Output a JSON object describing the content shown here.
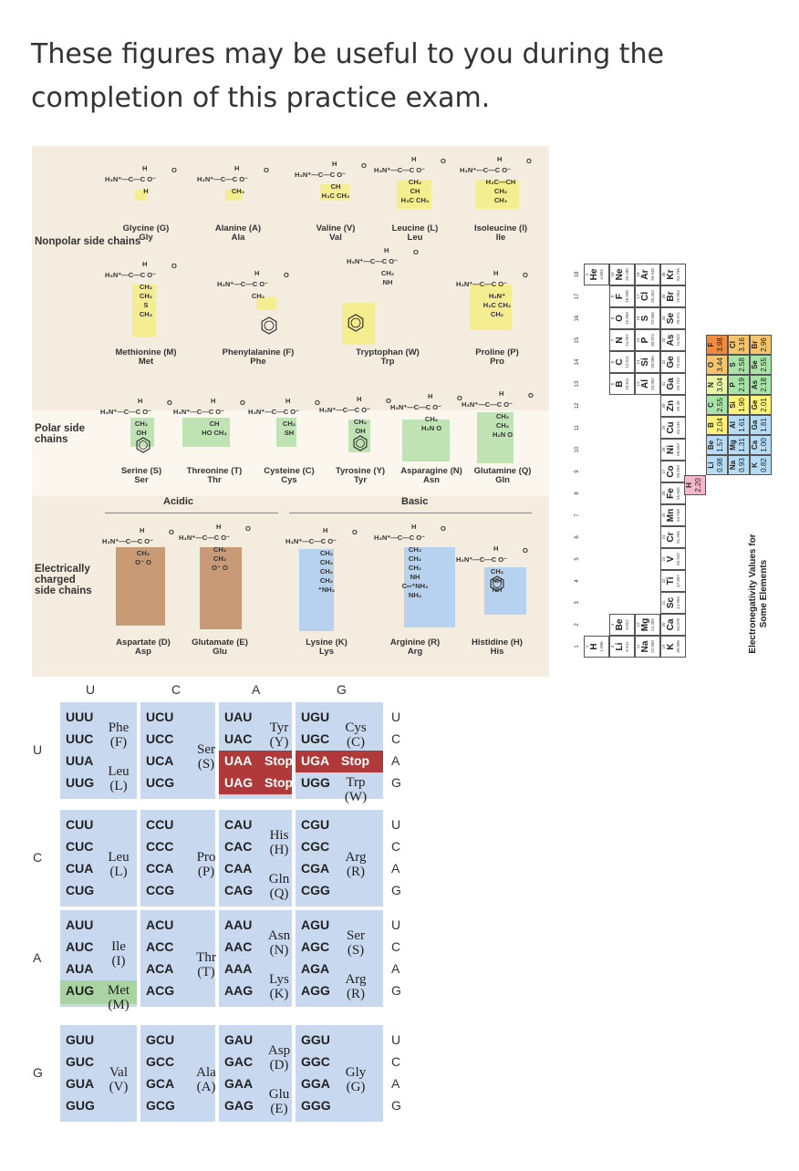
{
  "heading": "These figures may be useful to you during the completion of this practice exam.",
  "amino_acids": {
    "groups": {
      "nonpolar": "Nonpolar side chains",
      "polar": "Polar side chains",
      "charged": "Electrically charged side chains",
      "acidic": "Acidic",
      "basic": "Basic"
    },
    "backbone": {
      "amine": "H₃N⁺",
      "h": "H",
      "c": "C",
      "o": "O",
      "ominus": "O⁻"
    },
    "items": [
      {
        "name": "Glycine (G)",
        "abbr": "Gly",
        "chain": "H"
      },
      {
        "name": "Alanine (A)",
        "abbr": "Ala",
        "chain": "CH₃"
      },
      {
        "name": "Valine (V)",
        "abbr": "Val",
        "chain": "CH\nH₃C  CH₃"
      },
      {
        "name": "Leucine (L)",
        "abbr": "Leu",
        "chain": "CH₂\nCH\nH₃C  CH₃"
      },
      {
        "name": "Isoleucine (I)",
        "abbr": "Ile",
        "chain": "H₃C—CH\nCH₂\nCH₃"
      },
      {
        "name": "Methionine (M)",
        "abbr": "Met",
        "chain": "CH₂\nCH₂\nS\nCH₃"
      },
      {
        "name": "Phenylalanine (F)",
        "abbr": "Phe",
        "chain": "CH₂"
      },
      {
        "name": "Tryptophan (W)",
        "abbr": "Trp",
        "chain": "CH₂\nNH"
      },
      {
        "name": "Proline (P)",
        "abbr": "Pro",
        "chain": "H₂N⁺\nH₂C  CH₂\nCH₂"
      },
      {
        "name": "Serine (S)",
        "abbr": "Ser",
        "chain": "CH₂\nOH"
      },
      {
        "name": "Threonine (T)",
        "abbr": "Thr",
        "chain": "CH\nHO  CH₃"
      },
      {
        "name": "Cysteine (C)",
        "abbr": "Cys",
        "chain": "CH₂\nSH"
      },
      {
        "name": "Tyrosine (Y)",
        "abbr": "Tyr",
        "chain": "CH₂\nOH"
      },
      {
        "name": "Asparagine (N)",
        "abbr": "Asn",
        "chain": "CH₂\nH₂N  O"
      },
      {
        "name": "Glutamine (Q)",
        "abbr": "Gln",
        "chain": "CH₂\nCH₂\nH₂N  O"
      },
      {
        "name": "Aspartate (D)",
        "abbr": "Asp",
        "chain": "CH₂\nO⁻  O"
      },
      {
        "name": "Glutamate (E)",
        "abbr": "Glu",
        "chain": "CH₂\nCH₂\nO⁻  O"
      },
      {
        "name": "Lysine (K)",
        "abbr": "Lys",
        "chain": "CH₂\nCH₂\nCH₂\nCH₂\n⁺NH₃"
      },
      {
        "name": "Arginine (R)",
        "abbr": "Arg",
        "chain": "CH₂\nCH₂\nCH₂\nNH\nC═⁺NH₂\nNH₂"
      },
      {
        "name": "Histidine (H)",
        "abbr": "His",
        "chain": "CH₂\nNH\nNH"
      }
    ]
  },
  "periodic_table": {
    "group_numbers": [
      "1",
      "2",
      "13",
      "14",
      "15",
      "16",
      "17",
      "18",
      "3",
      "4",
      "5",
      "6",
      "7",
      "8",
      "9",
      "10",
      "11",
      "12"
    ],
    "elements": [
      {
        "sym": "H",
        "mass": "1.008",
        "num": "1"
      },
      {
        "sym": "He",
        "mass": "4.003",
        "num": "2"
      },
      {
        "sym": "Li",
        "mass": "6.941",
        "num": "3"
      },
      {
        "sym": "Be",
        "mass": "9.012",
        "num": "4"
      },
      {
        "sym": "B",
        "mass": "10.811",
        "num": "5"
      },
      {
        "sym": "C",
        "mass": "12.011",
        "num": "6"
      },
      {
        "sym": "N",
        "mass": "14.007",
        "num": "7"
      },
      {
        "sym": "O",
        "mass": "15.999",
        "num": "8"
      },
      {
        "sym": "F",
        "mass": "18.998",
        "num": "9"
      },
      {
        "sym": "Ne",
        "mass": "20.180",
        "num": "10"
      },
      {
        "sym": "Na",
        "mass": "22.990",
        "num": "11"
      },
      {
        "sym": "Mg",
        "mass": "24.305",
        "num": "12"
      },
      {
        "sym": "Al",
        "mass": "26.982",
        "num": "13"
      },
      {
        "sym": "Si",
        "mass": "28.086",
        "num": "14"
      },
      {
        "sym": "P",
        "mass": "30.974",
        "num": "15"
      },
      {
        "sym": "S",
        "mass": "32.066",
        "num": "16"
      },
      {
        "sym": "Cl",
        "mass": "35.453",
        "num": "17"
      },
      {
        "sym": "Ar",
        "mass": "39.948",
        "num": "18"
      },
      {
        "sym": "K",
        "mass": "39.098",
        "num": "19"
      },
      {
        "sym": "Ca",
        "mass": "40.078",
        "num": "20"
      },
      {
        "sym": "Sc",
        "mass": "44.956",
        "num": "21"
      },
      {
        "sym": "Ti",
        "mass": "47.867",
        "num": "22"
      },
      {
        "sym": "V",
        "mass": "50.942",
        "num": "23"
      },
      {
        "sym": "Cr",
        "mass": "51.996",
        "num": "24"
      },
      {
        "sym": "Mn",
        "mass": "54.938",
        "num": "25"
      },
      {
        "sym": "Fe",
        "mass": "55.845",
        "num": "26"
      },
      {
        "sym": "Co",
        "mass": "58.933",
        "num": "27"
      },
      {
        "sym": "Ni",
        "mass": "58.693",
        "num": "28"
      },
      {
        "sym": "Cu",
        "mass": "63.546",
        "num": "29"
      },
      {
        "sym": "Zn",
        "mass": "65.38",
        "num": "30"
      },
      {
        "sym": "Ga",
        "mass": "69.723",
        "num": "31"
      },
      {
        "sym": "Ge",
        "mass": "72.631",
        "num": "32"
      },
      {
        "sym": "As",
        "mass": "74.922",
        "num": "33"
      },
      {
        "sym": "Se",
        "mass": "78.971",
        "num": "34"
      },
      {
        "sym": "Br",
        "mass": "79.904",
        "num": "35"
      },
      {
        "sym": "Kr",
        "mass": "84.798",
        "num": "36"
      }
    ],
    "en_title": "Electronegativity Values for Some Elements",
    "en_values": [
      {
        "sym": "H",
        "val": "2.20",
        "color": "#f4b6c8"
      },
      {
        "sym": "Li",
        "val": "0.98",
        "color": "#b6dcf5"
      },
      {
        "sym": "Be",
        "val": "1.57",
        "color": "#b6dcf5"
      },
      {
        "sym": "B",
        "val": "2.04",
        "color": "#fff27a"
      },
      {
        "sym": "C",
        "val": "2.55",
        "color": "#a8e3a8"
      },
      {
        "sym": "N",
        "val": "3.04",
        "color": "#e9f4a4"
      },
      {
        "sym": "O",
        "val": "3.44",
        "color": "#f6c56a"
      },
      {
        "sym": "F",
        "val": "3.98",
        "color": "#f08a3e"
      },
      {
        "sym": "Na",
        "val": "0.93",
        "color": "#b6dcf5"
      },
      {
        "sym": "Mg",
        "val": "1.31",
        "color": "#b6dcf5"
      },
      {
        "sym": "Al",
        "val": "1.61",
        "color": "#b6dcf5"
      },
      {
        "sym": "Si",
        "val": "1.90",
        "color": "#fff27a"
      },
      {
        "sym": "P",
        "val": "2.19",
        "color": "#a8e3a8"
      },
      {
        "sym": "S",
        "val": "2.58",
        "color": "#a8e3a8"
      },
      {
        "sym": "Cl",
        "val": "3.16",
        "color": "#f6c56a"
      },
      {
        "sym": "K",
        "val": "0.82",
        "color": "#b6dcf5"
      },
      {
        "sym": "Ca",
        "val": "1.00",
        "color": "#b6dcf5"
      },
      {
        "sym": "Ga",
        "val": "1.81",
        "color": "#b6dcf5"
      },
      {
        "sym": "Ge",
        "val": "2.01",
        "color": "#fff27a"
      },
      {
        "sym": "As",
        "val": "2.18",
        "color": "#a8e3a8"
      },
      {
        "sym": "Se",
        "val": "2.55",
        "color": "#a8e3a8"
      },
      {
        "sym": "Br",
        "val": "2.96",
        "color": "#f6c56a"
      }
    ]
  },
  "codon_table": {
    "first": [
      "U",
      "C",
      "A",
      "G"
    ],
    "second": [
      "U",
      "C",
      "A",
      "G"
    ],
    "third": [
      "U",
      "C",
      "A",
      "G"
    ],
    "rows": [
      {
        "codons": [
          [
            "UUU",
            "UUC",
            "UUA",
            "UUG"
          ],
          [
            "UCU",
            "UCC",
            "UCA",
            "UCG"
          ],
          [
            "UAU",
            "UAC",
            "UAA",
            "UAG"
          ],
          [
            "UGU",
            "UGC",
            "UGA",
            "UGG"
          ]
        ],
        "aa": [
          [
            [
              "Phe",
              "(F)",
              0,
              2
            ],
            [
              "Leu",
              "(L)",
              2,
              4
            ]
          ],
          [
            [
              "Ser",
              "(S)",
              0,
              4
            ]
          ],
          [
            [
              "Tyr",
              "(Y)",
              0,
              2
            ],
            [
              "Stop",
              "",
              2,
              3
            ],
            [
              "Stop",
              "",
              3,
              4
            ]
          ],
          [
            [
              "Cys",
              "(C)",
              0,
              2
            ],
            [
              "Stop",
              "",
              2,
              3
            ],
            [
              "Trp",
              "(W)",
              3,
              4
            ]
          ]
        ]
      },
      {
        "codons": [
          [
            "CUU",
            "CUC",
            "CUA",
            "CUG"
          ],
          [
            "CCU",
            "CCC",
            "CCA",
            "CCG"
          ],
          [
            "CAU",
            "CAC",
            "CAA",
            "CAG"
          ],
          [
            "CGU",
            "CGC",
            "CGA",
            "CGG"
          ]
        ],
        "aa": [
          [
            [
              "Leu",
              "(L)",
              0,
              4
            ]
          ],
          [
            [
              "Pro",
              "(P)",
              0,
              4
            ]
          ],
          [
            [
              "His",
              "(H)",
              0,
              2
            ],
            [
              "Gln",
              "(Q)",
              2,
              4
            ]
          ],
          [
            [
              "Arg",
              "(R)",
              0,
              4
            ]
          ]
        ]
      },
      {
        "codons": [
          [
            "AUU",
            "AUC",
            "AUA",
            "AUG"
          ],
          [
            "ACU",
            "ACC",
            "ACA",
            "ACG"
          ],
          [
            "AAU",
            "AAC",
            "AAA",
            "AAG"
          ],
          [
            "AGU",
            "AGC",
            "AGA",
            "AGG"
          ]
        ],
        "aa": [
          [
            [
              "Ile",
              "(I)",
              0,
              3
            ],
            [
              "Met",
              "(M)",
              3,
              4
            ]
          ],
          [
            [
              "Thr",
              "(T)",
              0,
              4
            ]
          ],
          [
            [
              "Asn",
              "(N)",
              0,
              2
            ],
            [
              "Lys",
              "(K)",
              2,
              4
            ]
          ],
          [
            [
              "Ser",
              "(S)",
              0,
              2
            ],
            [
              "Arg",
              "(R)",
              2,
              4
            ]
          ]
        ]
      },
      {
        "codons": [
          [
            "GUU",
            "GUC",
            "GUA",
            "GUG"
          ],
          [
            "GCU",
            "GCC",
            "GCA",
            "GCG"
          ],
          [
            "GAU",
            "GAC",
            "GAA",
            "GAG"
          ],
          [
            "GGU",
            "GGC",
            "GGA",
            "GGG"
          ]
        ],
        "aa": [
          [
            [
              "Val",
              "(V)",
              0,
              4
            ]
          ],
          [
            [
              "Ala",
              "(A)",
              0,
              4
            ]
          ],
          [
            [
              "Asp",
              "(D)",
              0,
              2
            ],
            [
              "Glu",
              "(E)",
              2,
              4
            ]
          ],
          [
            [
              "Gly",
              "(G)",
              0,
              4
            ]
          ]
        ]
      }
    ],
    "colors": {
      "block": "#c8d8ef",
      "stop": "#b03a3a",
      "start": "#a9d3a0"
    }
  }
}
